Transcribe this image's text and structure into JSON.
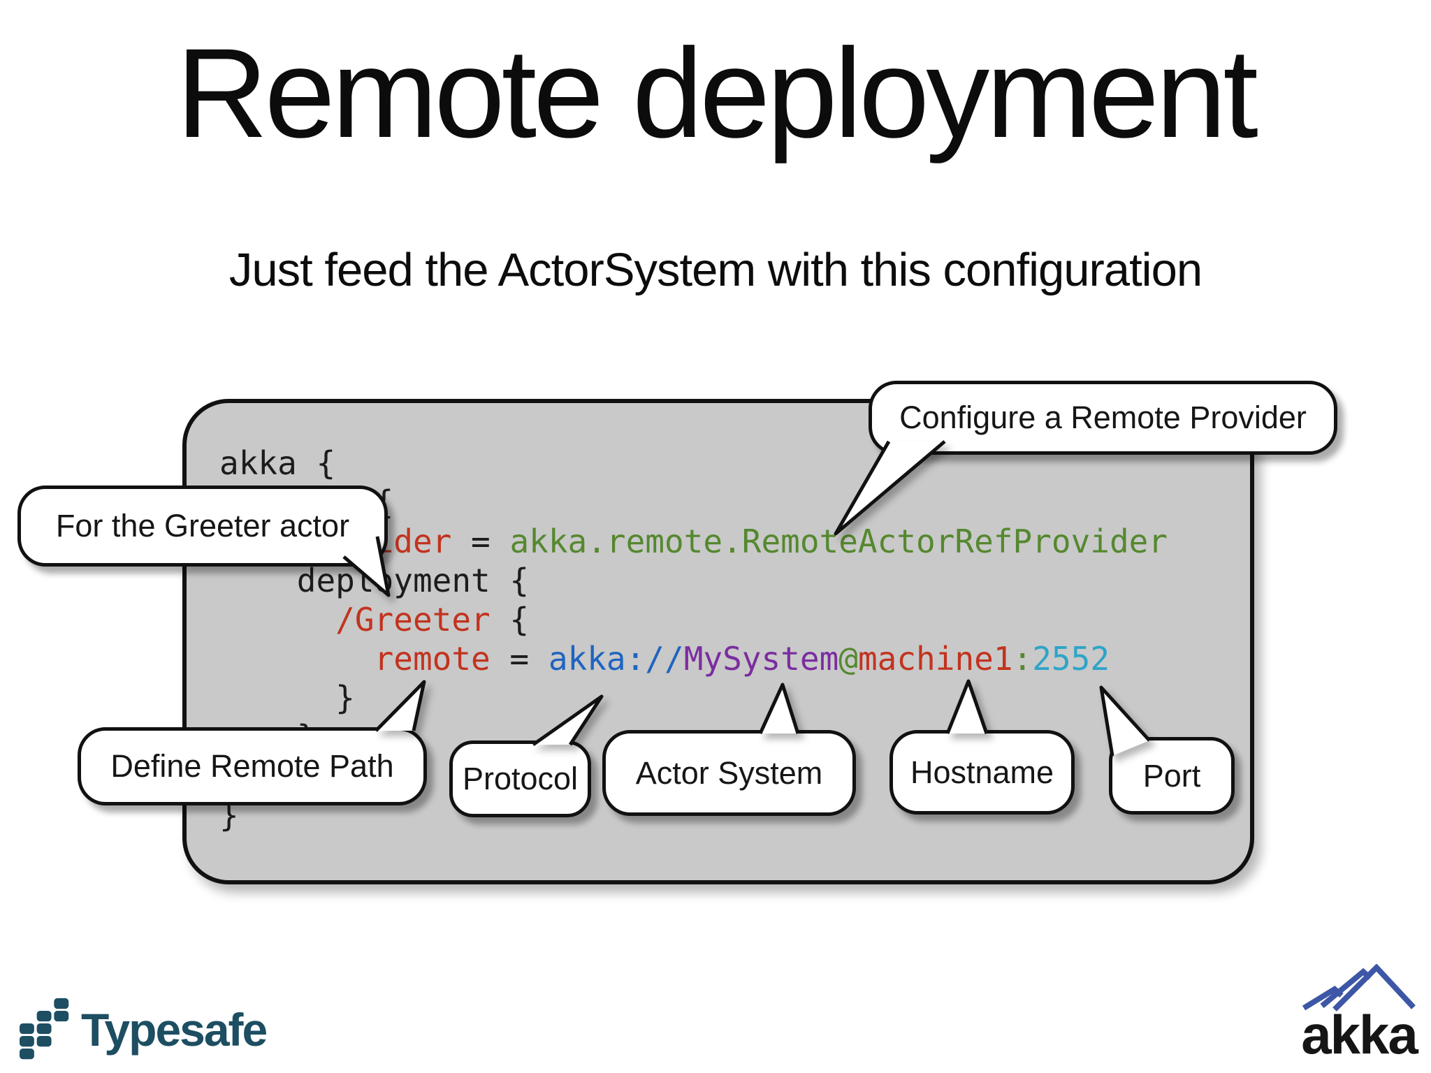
{
  "slide": {
    "title": "Remote deployment",
    "subtitle": "Just feed the ActorSystem with this configuration"
  },
  "code": {
    "colors": {
      "plain": "#1c1c1c",
      "red": "#c2331f",
      "green": "#55882f",
      "blue": "#1f64c0",
      "purple": "#7b2da0",
      "cyan": "#2ea4c8"
    },
    "lines": [
      [
        [
          "plain",
          "akka {"
        ]
      ],
      [
        [
          "plain",
          "  actor {"
        ]
      ],
      [
        [
          "plain",
          "    "
        ],
        [
          "red",
          "provider"
        ],
        [
          "plain",
          " = "
        ],
        [
          "green",
          "akka.remote.RemoteActorRefProvider"
        ]
      ],
      [
        [
          "plain",
          "    deployment {"
        ]
      ],
      [
        [
          "plain",
          "      "
        ],
        [
          "red",
          "/Greeter"
        ],
        [
          "plain",
          " {"
        ]
      ],
      [
        [
          "plain",
          "        "
        ],
        [
          "red",
          "remote"
        ],
        [
          "plain",
          " = "
        ],
        [
          "blue",
          "akka://"
        ],
        [
          "purple",
          "MySystem"
        ],
        [
          "green",
          "@"
        ],
        [
          "red",
          "machine1"
        ],
        [
          "green",
          ":"
        ],
        [
          "cyan",
          "2552"
        ]
      ],
      [
        [
          "plain",
          "      }"
        ]
      ],
      [
        [
          "plain",
          "    }"
        ]
      ],
      [
        [
          "plain",
          "  }"
        ]
      ],
      [
        [
          "plain",
          "}"
        ]
      ]
    ]
  },
  "callouts": {
    "configure_provider": "Configure a Remote Provider",
    "greeter_actor": "For the Greeter actor",
    "define_remote_path": "Define Remote Path",
    "protocol": "Protocol",
    "actor_system": "Actor System",
    "hostname": "Hostname",
    "port": "Port"
  },
  "logos": {
    "typesafe_text": "Typesafe",
    "typesafe_color": "#1d4e62",
    "akka_text": "akka",
    "akka_mountain_color": "#3d57a6"
  }
}
